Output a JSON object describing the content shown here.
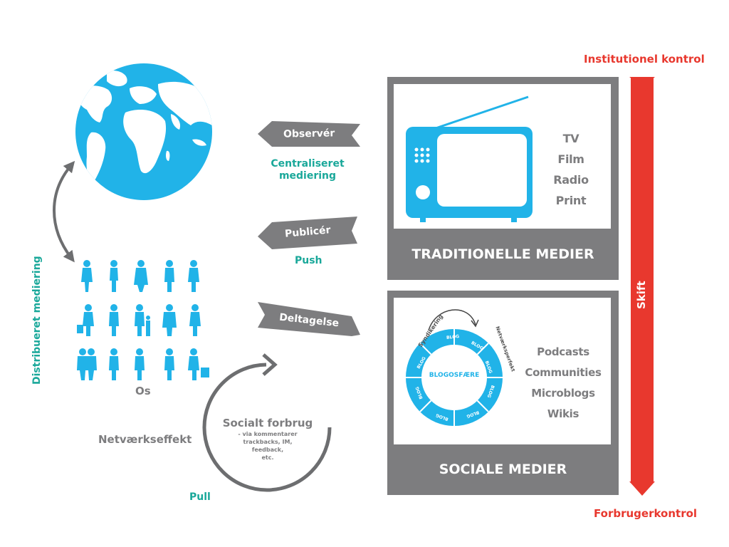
{
  "control": {
    "top_label": "Institutionel kontrol",
    "bottom_label": "Forbrugerkontrol",
    "shift_label": "Skift"
  },
  "traditional": {
    "panel_label": "TRADITIONELLE MEDIER",
    "media_list": [
      "TV",
      "Film",
      "Radio",
      "Print"
    ]
  },
  "social": {
    "panel_label": "SOCIALE MEDIER",
    "media_list": [
      "Podcasts",
      "Communities",
      "Microblogs",
      "Wikis"
    ],
    "blog_center_label": "BLOGOSFÆRE",
    "blog_segment_label": "BLOG",
    "syndication_label": "Syndikering",
    "network_label": "Netværksperfekt"
  },
  "flows": {
    "observe_label": "Observér",
    "centralized_label_line1": "Centraliseret",
    "centralized_label_line2": "mediering",
    "publish_label": "Publicér",
    "push_label": "Push",
    "participation_label": "Deltagelse",
    "pull_label": "Pull"
  },
  "left": {
    "distributed_label": "Distribueret mediering",
    "us_label": "Os",
    "network_effect_label": "Netværkseffekt",
    "social_consumption_title": "Socialt forbrug",
    "social_consumption_details": [
      "- via kommentarer",
      "trackbacks, IM,",
      "feedback,",
      "etc."
    ]
  },
  "colors": {
    "accent_blue": "#21b3e8",
    "panel_grey": "#7d7d7f",
    "teal_text": "#1aa89a",
    "red": "#e8382e",
    "dark_arrow_grey": "#6d6e70"
  }
}
